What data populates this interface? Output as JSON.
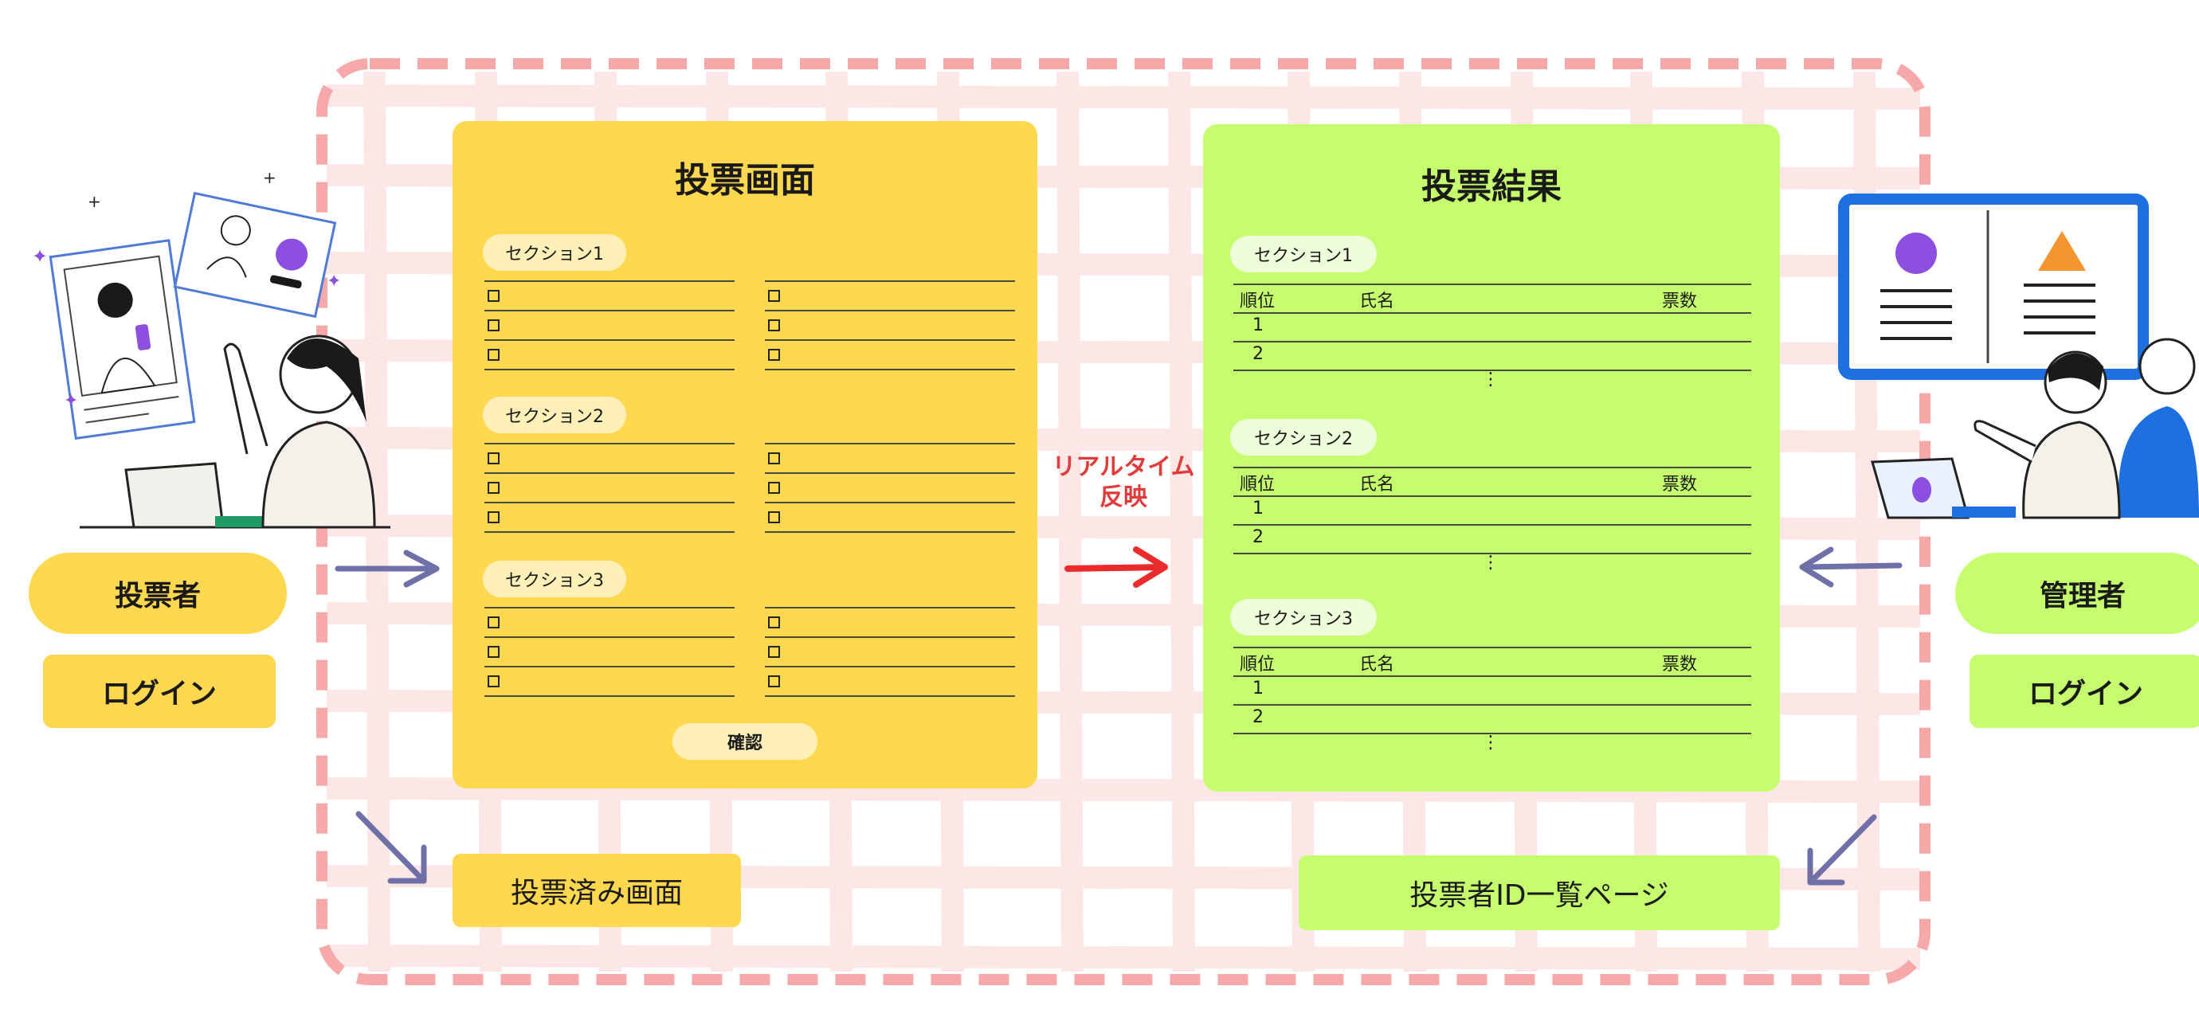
{
  "colors": {
    "yellow": "#FFD84F",
    "lime": "#C5FD6E",
    "pill_yellow": "#FFF0B8",
    "pill_green": "#EEFEDA",
    "dash_border": "#F7A9A9",
    "grid": "#FDE6E6",
    "arrow_blue": "#6F70A7",
    "arrow_red": "#EB2B2B",
    "realtime_text": "#E33A3A"
  },
  "left": {
    "role_label": "投票者",
    "login_label": "ログイン"
  },
  "right": {
    "role_label": "管理者",
    "login_label": "ログイン"
  },
  "vote_screen": {
    "title": "投票画面",
    "sections": [
      {
        "label": "セクション1"
      },
      {
        "label": "セクション2"
      },
      {
        "label": "セクション3"
      }
    ],
    "confirm_label": "確認"
  },
  "results_screen": {
    "title": "投票結果",
    "columns": [
      "順位",
      "氏名",
      "票数"
    ],
    "rows": [
      "1",
      "2"
    ],
    "ellipsis": "⋮",
    "sections": [
      {
        "label": "セクション1"
      },
      {
        "label": "セクション2"
      },
      {
        "label": "セクション3"
      }
    ]
  },
  "realtime": {
    "line1": "リアルタイム",
    "line2": "反映"
  },
  "voted_screen": {
    "label": "投票済み画面"
  },
  "voter_id_page": {
    "label": "投票者ID一覧ページ"
  },
  "icons": {
    "voter_illustration": "person-with-laptop-and-social-cards",
    "admin_illustration": "two-people-in-front-of-monitor",
    "checkbox": "checkbox-icon",
    "arrow": "arrow-icon"
  }
}
